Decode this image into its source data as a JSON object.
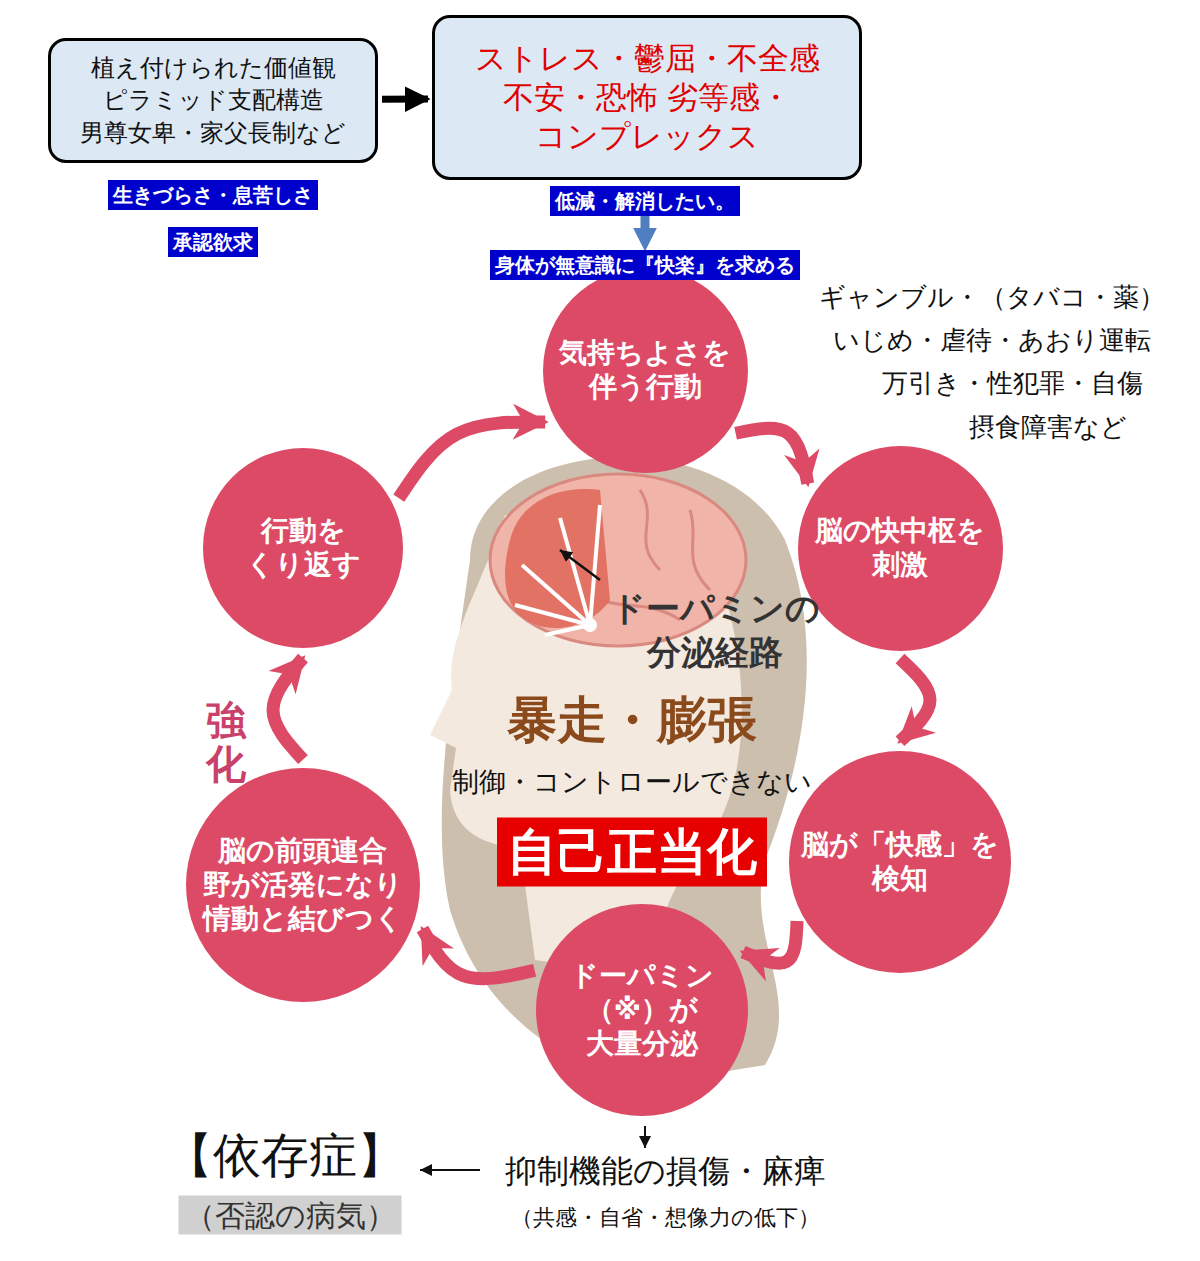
{
  "diagram": {
    "nodes": [
      {
        "text": [
          "植え付けられた価値観 ピラミッド支配構造 男尊女卑・家父長制など"
        ]
      },
      {
        "text": [
          "ストレス・鬱屈・不全感 不安・恐怖 劣等感・コンプレックス"
        ]
      },
      {
        "text": [
          "気持ちよさを 伴う行動"
        ]
      },
      {
        "text": [
          "脳の快中枢を 刺激"
        ]
      },
      {
        "text": [
          "脳が「快感」を 検知"
        ]
      },
      {
        "text": [
          "ドーパミン （※）が 大量分泌"
        ]
      },
      {
        "text": [
          "脳の前頭連合 野が活発になり 情動と結びつく"
        ]
      },
      {
        "text": [
          "行動を くり返す"
        ]
      }
    ],
    "edges": [
      {
        "from": 0,
        "to": 1,
        "arrow": "to"
      },
      {
        "from": 2,
        "to": 3,
        "arrow": "to"
      },
      {
        "from": 3,
        "to": 4,
        "arrow": "to"
      },
      {
        "from": 4,
        "to": 5,
        "arrow": "to"
      },
      {
        "from": 5,
        "to": 6,
        "arrow": "to"
      },
      {
        "from": 6,
        "to": 7,
        "arrow": "to"
      },
      {
        "from": 7,
        "to": 2,
        "arrow": "to"
      }
    ],
    "labels": [
      "生きづらさ・息苦しさ",
      "承認欲求",
      "低減・解消したい。",
      "身体が無意識に『快楽』を求める",
      "ギャンブル・（タバコ・薬）",
      "いじめ・虐待・あおり運転",
      "万引き・性犯罪・自傷",
      "摂食障害など",
      "ドーパミンの 分泌経路",
      "暴走・膨張",
      "制御・コントロールできない",
      "自己正当化",
      "強化",
      "抑制機能の損傷・麻痺",
      "（共感・自省・想像力の低下）",
      "【依存症】",
      "（否認の病気）"
    ]
  }
}
